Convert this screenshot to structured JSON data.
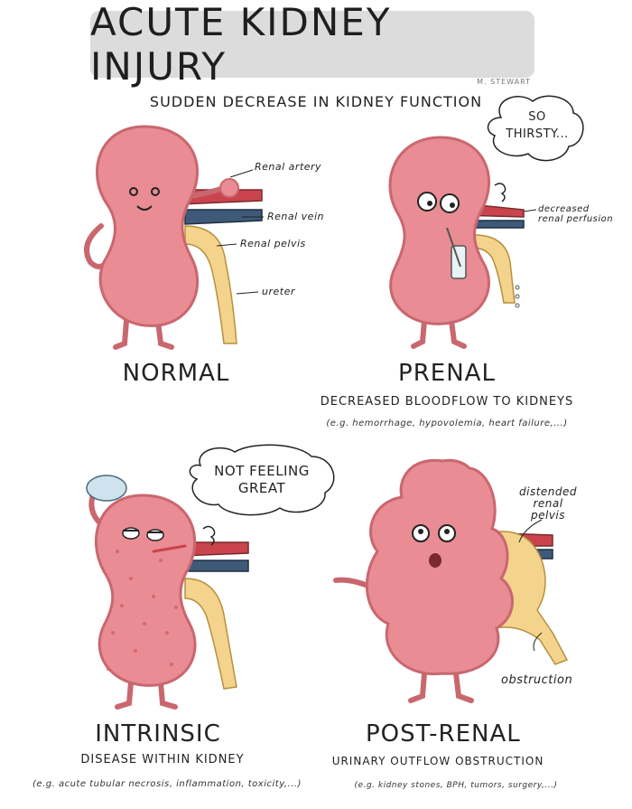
{
  "title": "ACUTE KIDNEY INJURY",
  "signature": "M. STEWART",
  "subtitle": "SUDDEN DECREASE IN KIDNEY FUNCTION",
  "colors": {
    "kidney": "#e98c93",
    "kidney_outline": "#c9676f",
    "artery": "#c9444c",
    "vein": "#3f5a78",
    "pelvis": "#f4d38c",
    "title_box": "#dcdcdc"
  },
  "panels": {
    "normal": {
      "heading": "NORMAL",
      "labels": {
        "renal_artery": "Renal artery",
        "renal_vein": "Renal vein",
        "renal_pelvis": "Renal pelvis",
        "ureter": "ureter"
      }
    },
    "prerenal": {
      "heading": "PRENAL",
      "bubble": "SO\nTHIRSTY...",
      "perfusion_label": "decreased\nrenal perfusion",
      "description": "DECREASED BLOODFLOW TO KIDNEYS",
      "examples": "(e.g. hemorrhage, hypovolemia, heart failure,...)"
    },
    "intrinsic": {
      "heading": "INTRINSIC",
      "bubble": "NOT FEELING\nGREAT",
      "description": "DISEASE WITHIN KIDNEY",
      "examples": "(e.g. acute tubular necrosis, inflammation, toxicity,...)"
    },
    "postrenal": {
      "heading": "POST-RENAL",
      "pelvis_label": "distended\nrenal\npelvis",
      "obstruction_label": "obstruction",
      "description": "URINARY OUTFLOW OBSTRUCTION",
      "examples": "(e.g. kidney stones, BPH, tumors, surgery,...)"
    }
  }
}
